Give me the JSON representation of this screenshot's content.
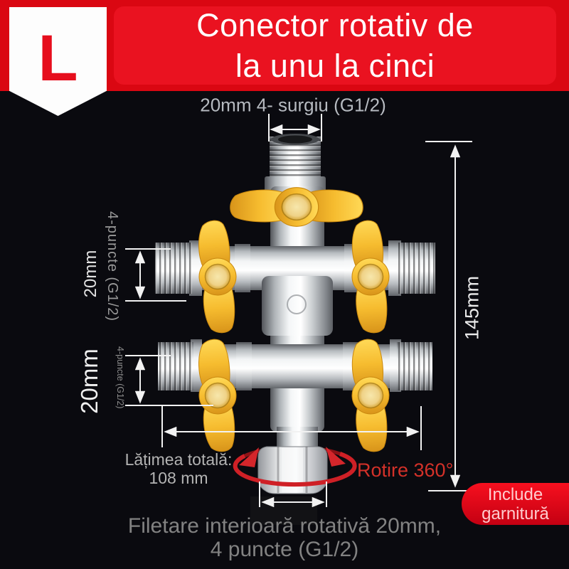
{
  "header": {
    "badge_letter": "L",
    "title_line1": "Conector rotativ de",
    "title_line2": "la unu la cinci"
  },
  "annotations": {
    "top_port": "20mm 4- surgiu (G1/2)",
    "height": "145mm",
    "row1_size": "20mm",
    "row1_spec": "4-puncte (G1/2)",
    "row2_size": "20mm",
    "row2_spec": "4-puncte (G1/2)",
    "total_width_label": "Lățimea totală:",
    "total_width_value": "108 mm",
    "rotation": "Rotire 360°",
    "caption_line1": "Filetare interioară rotativă 20mm,",
    "caption_line2": "4 puncte (G1/2)"
  },
  "include_badge": {
    "line1": "Include",
    "line2": "garnitură"
  },
  "colors": {
    "header_red": "#da0712",
    "header_panel_red": "#ea1220",
    "badge_letter_red": "#e60e1d",
    "handle_yellow": "#f6bc2f",
    "rotation_red": "#d43129",
    "include_badge_red": "#e00014",
    "dimension_white": "#f2f2f2",
    "background": "#0a0a0f"
  }
}
